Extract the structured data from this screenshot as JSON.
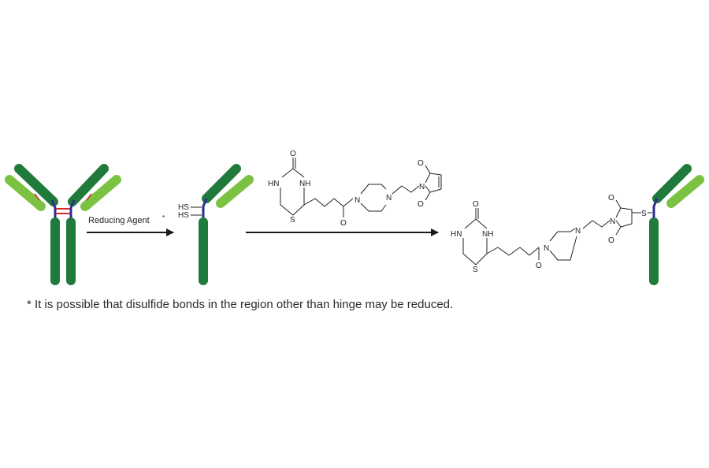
{
  "step1": {
    "label": "Reducing Agent",
    "mark": "*"
  },
  "reduced_antibody": {
    "thiol_top": "HS",
    "thiol_bottom": "HS"
  },
  "reagent": {
    "atom_O_top": "O",
    "atom_HN": "HN",
    "atom_NH": "NH",
    "atom_S": "S",
    "atom_O_keto": "O",
    "atom_N1": "N",
    "atom_N2": "N",
    "atom_N_mal": "N",
    "atom_O_mal1": "O",
    "atom_O_mal2": "O"
  },
  "product": {
    "atom_O_top": "O",
    "atom_HN": "HN",
    "atom_NH": "NH",
    "atom_S": "S",
    "atom_O_keto": "O",
    "atom_N1": "N",
    "atom_N2": "N",
    "atom_N_mal": "N",
    "atom_O_mal1": "O",
    "atom_O_mal2": "O",
    "atom_S_link": "S"
  },
  "footnote": "* It is possible that disulfide bonds in the region other than hinge may be reduced.",
  "colors": {
    "dark_green": "#1f7a3c",
    "light_green": "#7cc242",
    "hinge_blue": "#2d2d8f",
    "disulfide_red": "#d9272e",
    "arrow": "#1a1a1a"
  }
}
